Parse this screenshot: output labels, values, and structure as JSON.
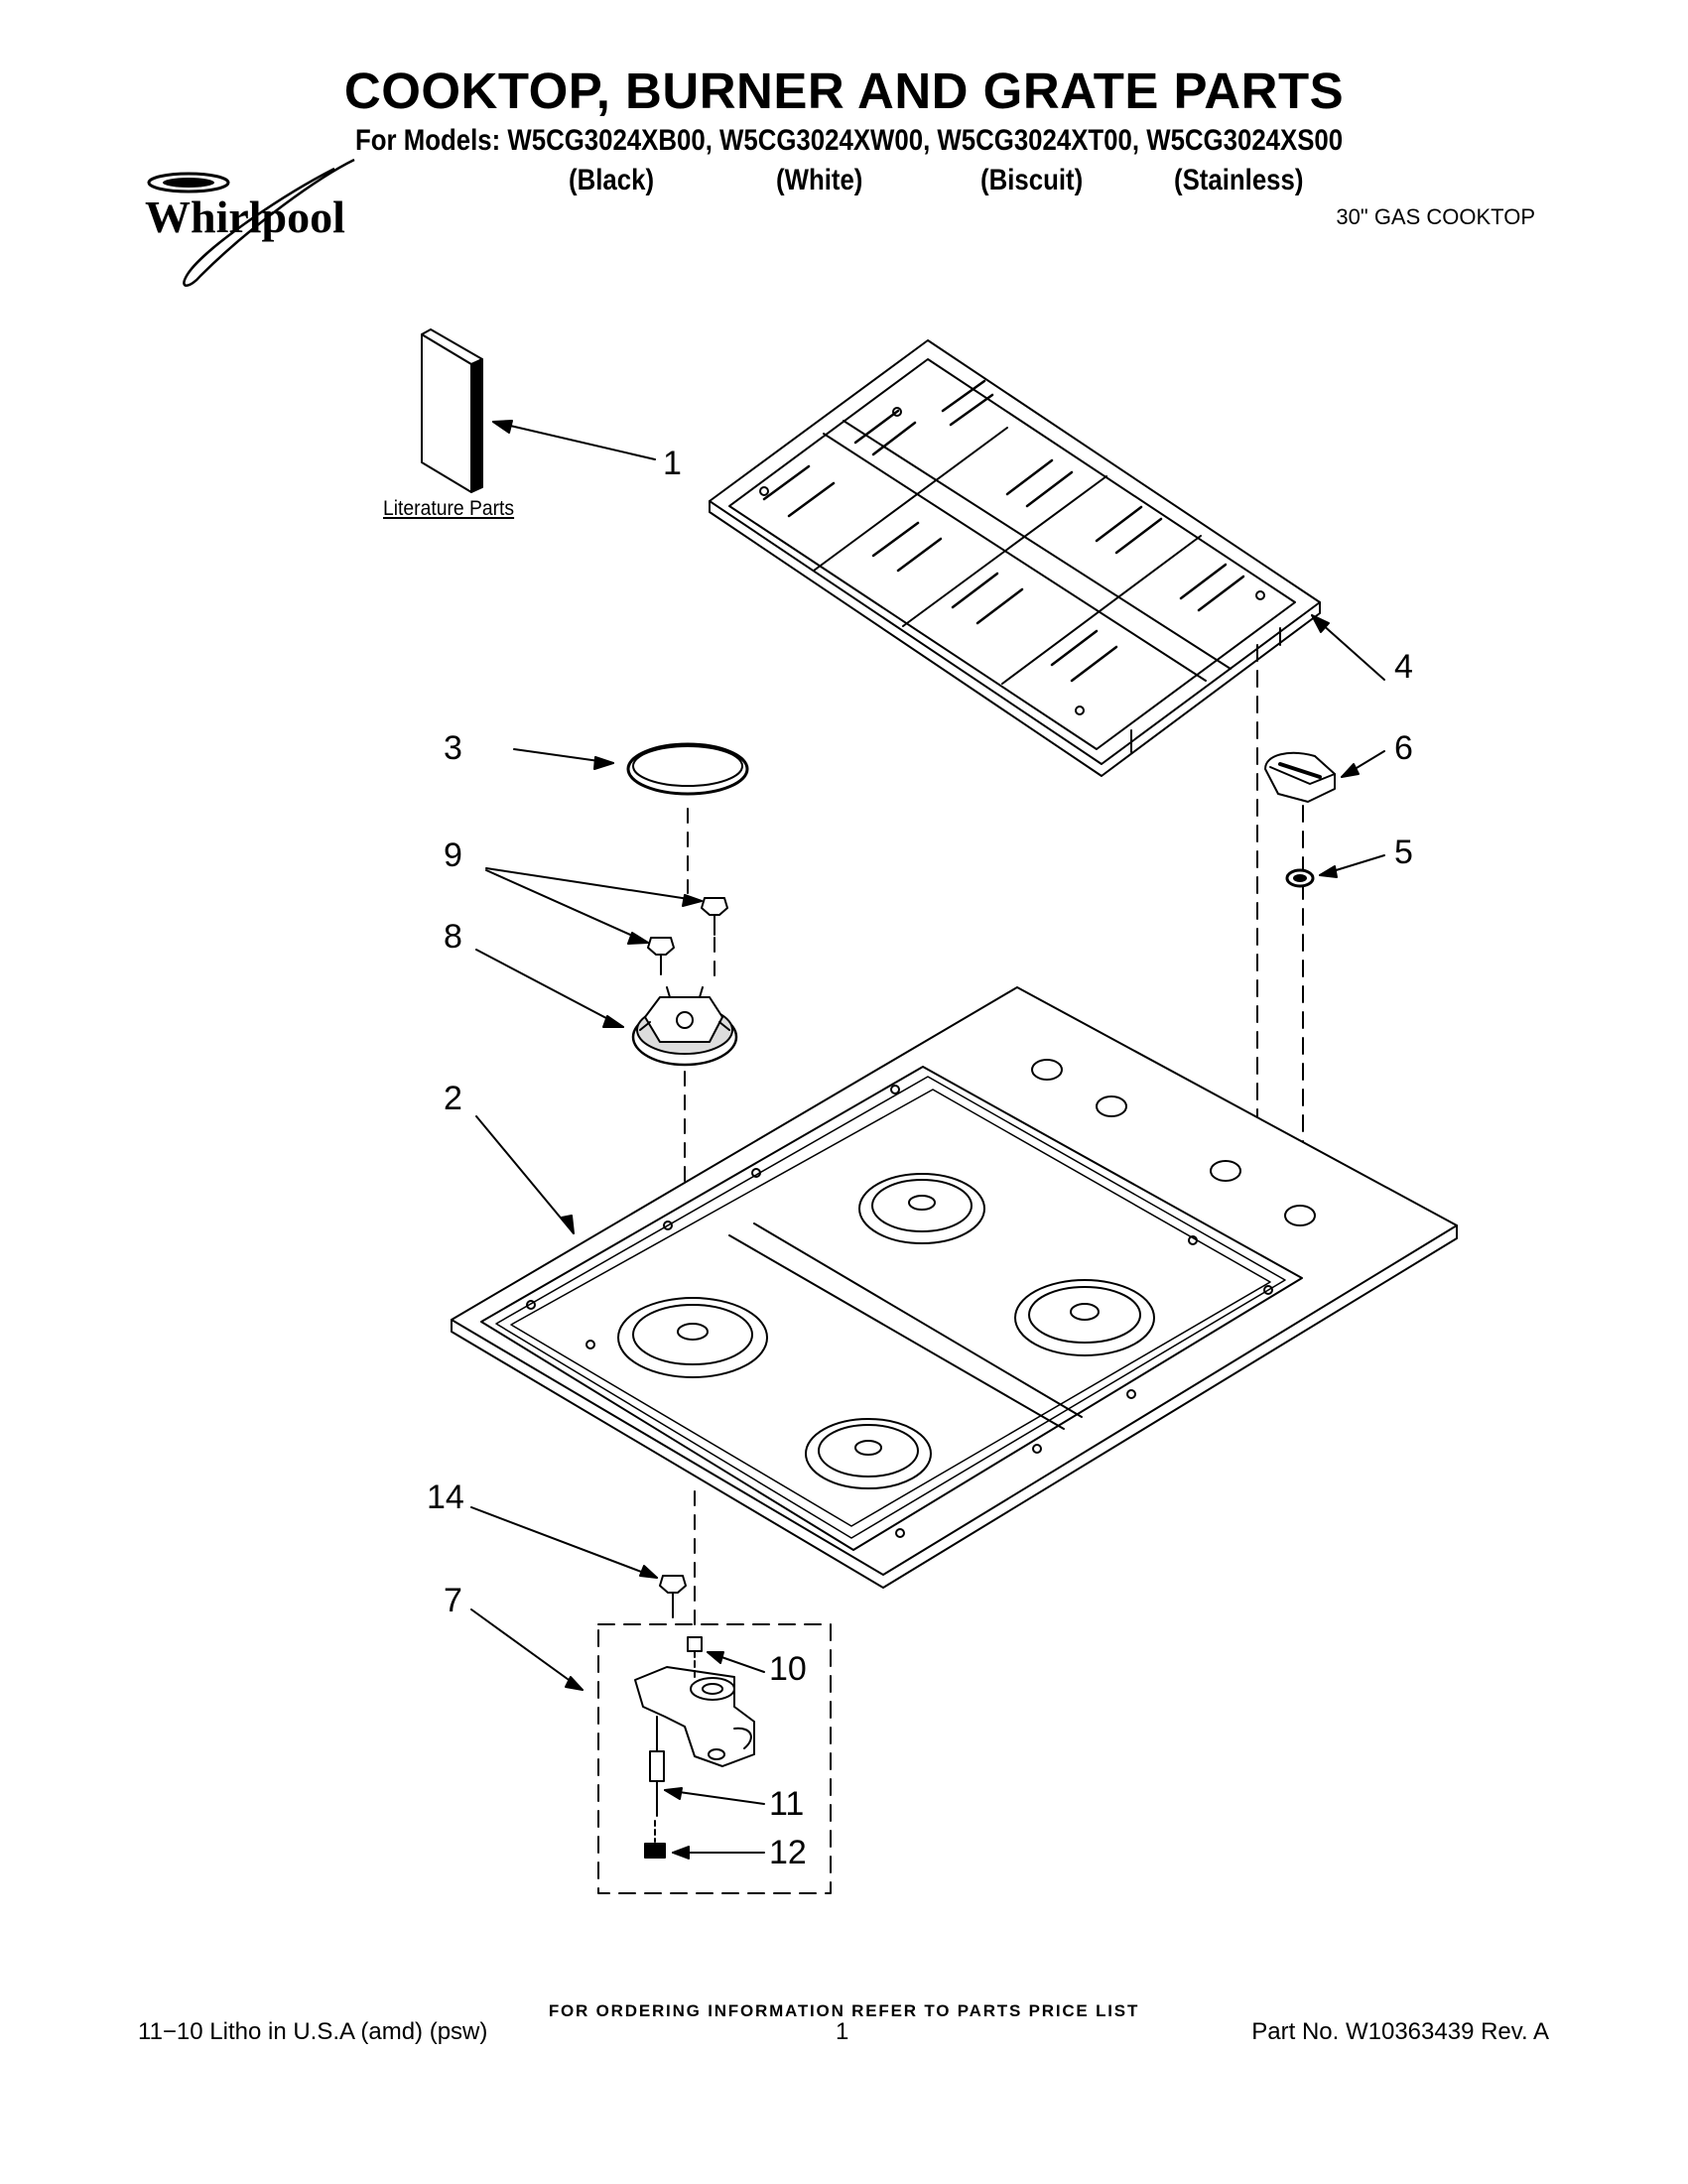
{
  "header": {
    "title": "COOKTOP, BURNER AND GRATE PARTS",
    "models_line": "For Models: W5CG3024XB00, W5CG3024XW00, W5CG3024XT00, W5CG3024XS00",
    "colors": [
      "(Black)",
      "(White)",
      "(Biscuit)",
      "(Stainless)"
    ],
    "subtitle": "30\" GAS COOKTOP",
    "brand": "Whirlpool"
  },
  "diagram": {
    "literature_label": "Literature Parts",
    "callouts": [
      "1",
      "2",
      "3",
      "4",
      "5",
      "6",
      "7",
      "8",
      "9",
      "10",
      "11",
      "12",
      "14"
    ]
  },
  "footer": {
    "order_note": "FOR ORDERING INFORMATION REFER TO PARTS PRICE LIST",
    "litho": "11−10 Litho in U.S.A (amd) (psw)",
    "page": "1",
    "part_no": "Part No. W10363439 Rev. A"
  }
}
